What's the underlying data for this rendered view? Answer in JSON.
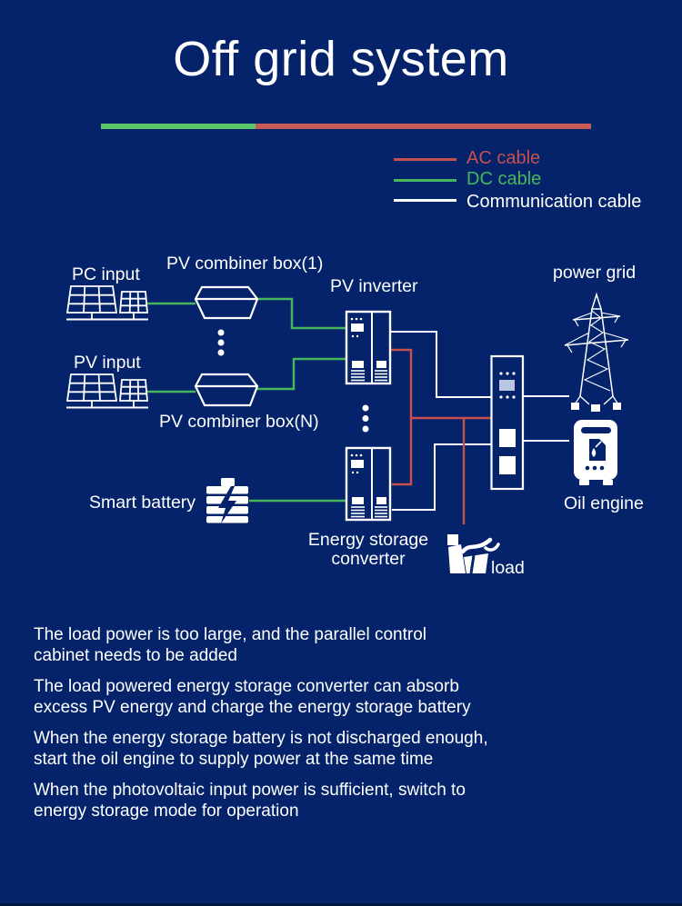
{
  "page": {
    "title": "Off grid system",
    "background": "#04236a"
  },
  "title_bar": {
    "green": "#5bc86a",
    "red": "#c85a5a"
  },
  "legend": {
    "items": [
      {
        "label": "AC cable",
        "color": "#c5524f"
      },
      {
        "label": "DC cable",
        "color": "#48b75b"
      },
      {
        "label": "Communication cable",
        "color": "#ffffff"
      }
    ]
  },
  "diagram": {
    "cable_colors": {
      "ac": "#c8504f",
      "dc": "#48b75b",
      "communication": "#ffffff"
    },
    "labels": {
      "pc_input": "PC input",
      "pv_combiner_1": "PV combiner box(1)",
      "pv_inverter": "PV inverter",
      "pv_input": "PV input",
      "pv_combiner_n": "PV combiner box(N)",
      "power_grid": "power grid",
      "smart_battery": "Smart battery",
      "energy_storage_line1": "Energy storage",
      "energy_storage_line2": "converter",
      "load": "load",
      "oil_engine": "Oil engine"
    },
    "icons": [
      "solar-panels-icon",
      "combiner-box-icon",
      "inverter-cabinet-icon",
      "distribution-cabinet-icon",
      "power-tower-icon",
      "oil-engine-icon",
      "battery-icon",
      "load-icon"
    ]
  },
  "notes": [
    {
      "line1": "The load power is too large, and the parallel control",
      "line2": " cabinet needs to be added"
    },
    {
      "line1": "The load powered energy storage converter can absorb",
      "line2": "excess PV energy and charge the energy storage battery"
    },
    {
      "line1": "When the energy storage battery is not discharged enough,",
      "line2": "start the oil engine to supply power at the same time"
    },
    {
      "line1": "When the photovoltaic input power is sufficient, switch to",
      "line2": "energy storage mode for operation"
    }
  ]
}
